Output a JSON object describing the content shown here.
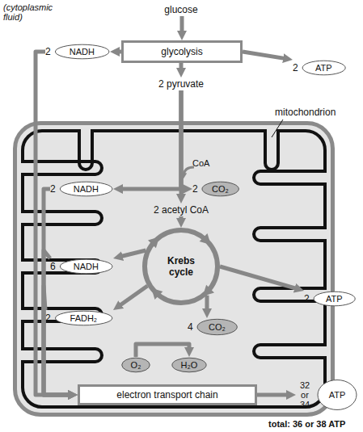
{
  "diagram": {
    "nodes": [
      {
        "text": [
          "glucose"
        ]
      },
      {
        "text": [
          "2",
          "NADH"
        ]
      },
      {
        "text": [
          "glycolysis"
        ]
      },
      {
        "text": [
          "2",
          "ATP"
        ]
      },
      {
        "text": [
          "2 pyruvate"
        ]
      },
      {
        "text": [
          "mitochondrion"
        ]
      },
      {
        "text": [
          "2",
          "NADH"
        ],
        "in": 5
      },
      {
        "text": [
          "2",
          "CO₂"
        ],
        "in": 5
      },
      {
        "text": [
          "2 acetyl CoA"
        ],
        "in": 5
      },
      {
        "text": [
          "6",
          "NADH"
        ],
        "in": 5
      },
      {
        "text": [
          "Krebs cycle"
        ],
        "in": 5
      },
      {
        "text": [
          "2",
          "ATP"
        ]
      },
      {
        "text": [
          "2",
          "FADH₂"
        ],
        "in": 5
      },
      {
        "text": [
          "4",
          "CO₂"
        ],
        "in": 5
      },
      {
        "text": [
          "O₂"
        ],
        "in": 5
      },
      {
        "text": [
          "H₂O"
        ],
        "in": 5
      },
      {
        "text": [
          "electron transport chain"
        ],
        "in": 5
      },
      {
        "text": [
          "32 or 34",
          "ATP"
        ]
      }
    ],
    "edges": [
      {
        "from": 0,
        "to": 2,
        "arrow": "to"
      },
      {
        "from": 2,
        "to": 1,
        "arrow": "to"
      },
      {
        "from": 2,
        "to": 3,
        "arrow": "to"
      },
      {
        "from": 2,
        "to": 4,
        "arrow": "to"
      },
      {
        "from": 4,
        "to": 8,
        "arrow": "to"
      },
      {
        "from": 4,
        "to": 6,
        "arrow": "to"
      },
      {
        "from": 4,
        "to": 7,
        "arrow": "to"
      },
      {
        "from": 8,
        "to": 10,
        "arrow": "to"
      },
      {
        "from": 10,
        "to": 9,
        "arrow": "to"
      },
      {
        "from": 10,
        "to": 12,
        "arrow": "to"
      },
      {
        "from": 10,
        "to": 11,
        "arrow": "to"
      },
      {
        "from": 10,
        "to": 13,
        "arrow": "to"
      },
      {
        "from": 1,
        "to": 16,
        "arrow": "to"
      },
      {
        "from": 6,
        "to": 16,
        "arrow": "to"
      },
      {
        "from": 9,
        "to": 16,
        "arrow": "to"
      },
      {
        "from": 12,
        "to": 16,
        "arrow": "to"
      },
      {
        "from": 14,
        "to": 15,
        "arrow": "to"
      },
      {
        "from": 16,
        "to": 17,
        "arrow": "to"
      }
    ],
    "labels": [
      "(cytoplasmic fluid)",
      "CoA",
      "total: 36 or 38 ATP"
    ]
  }
}
